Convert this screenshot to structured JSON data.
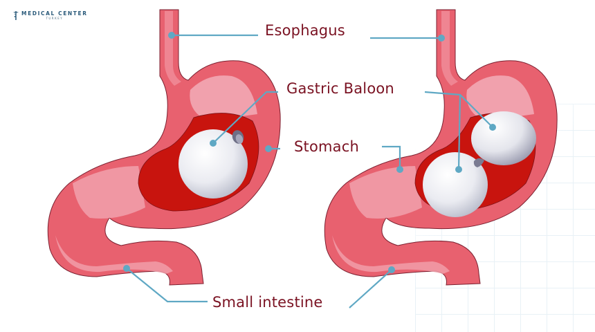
{
  "logo": {
    "name": "MEDICAL CENTER",
    "subtitle": "TURKEY",
    "icon": "caduceus-icon"
  },
  "labels": {
    "esophagus": "Esophagus",
    "gastric_balloon": "Gastric Baloon",
    "stomach": "Stomach",
    "small_intestine": "Small intestine"
  },
  "diagrams": [
    {
      "name": "stomach-single-balloon",
      "balloon_count": 1
    },
    {
      "name": "stomach-double-balloon",
      "balloon_count": 2
    }
  ],
  "colors": {
    "stomach_outer": "#e8616f",
    "stomach_inner_light": "#f1a1ad",
    "stomach_cavity": "#c8140e",
    "balloon": "#eceef3",
    "leader_line": "#5fa8c4",
    "label_text": "#7a1222",
    "outline": "#7a2030"
  }
}
